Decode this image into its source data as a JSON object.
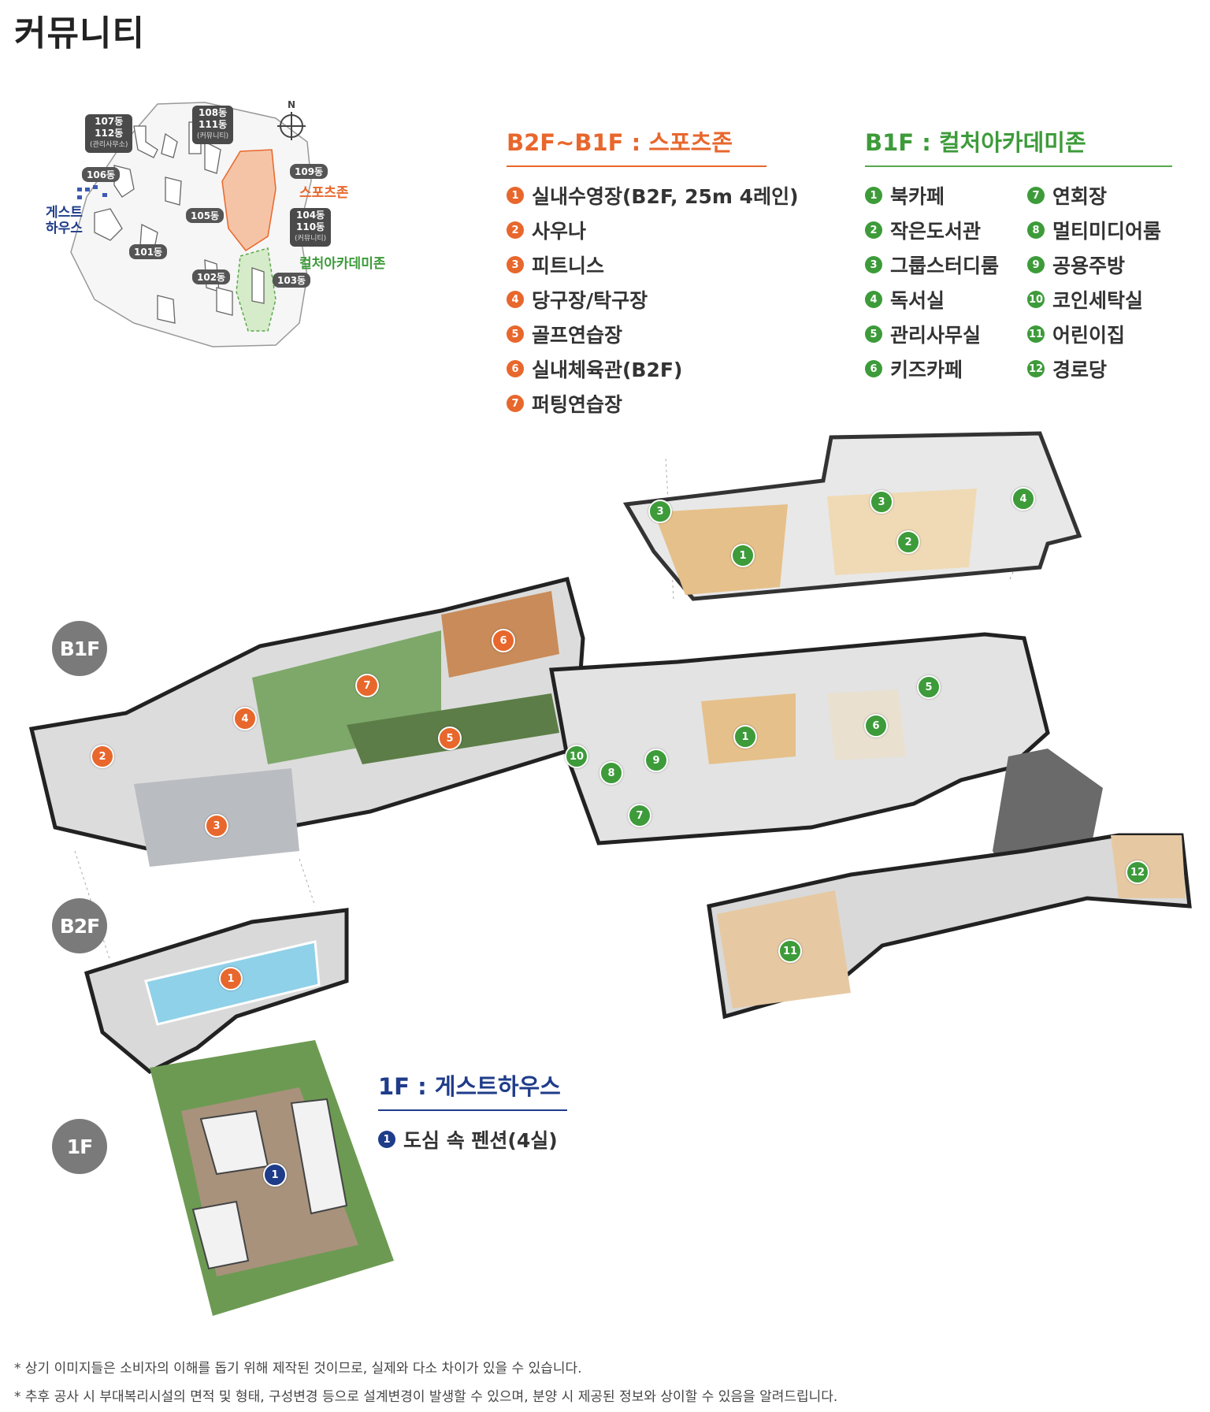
{
  "title": "커뮤니티",
  "site_map": {
    "buildings": [
      {
        "name": "107동",
        "sub": "112동",
        "note": "(관리사무소)"
      },
      {
        "name": "108동",
        "sub": "111동",
        "note": "(커뮤니티)"
      },
      {
        "name": "106동"
      },
      {
        "name": "109동"
      },
      {
        "name": "105동"
      },
      {
        "name": "104동",
        "sub": "110동",
        "note": "(커뮤니티)"
      },
      {
        "name": "101동"
      },
      {
        "name": "102동"
      },
      {
        "name": "103동"
      }
    ],
    "zone_sports": "스포츠존",
    "zone_culture": "컬처아카데미존",
    "zone_guest_line1": "게스트",
    "zone_guest_line2": "하우스",
    "north": "N"
  },
  "sports_zone": {
    "title": "B2F~B1F : 스포츠존",
    "items": [
      "실내수영장(B2F, 25m 4레인)",
      "사우나",
      "피트니스",
      "당구장/탁구장",
      "골프연습장",
      "실내체육관(B2F)",
      "퍼팅연습장"
    ]
  },
  "culture_zone": {
    "title": "B1F : 컬처아카데미존",
    "items": [
      "북카페",
      "작은도서관",
      "그룹스터디룸",
      "독서실",
      "관리사무실",
      "키즈카페",
      "연회장",
      "멀티미디어룸",
      "공용주방",
      "코인세탁실",
      "어린이집",
      "경로당"
    ]
  },
  "guest_zone": {
    "title": "1F : 게스트하우스",
    "items": [
      "도심 속 펜션(4실)"
    ]
  },
  "floors": {
    "b1f": "B1F",
    "b2f": "B2F",
    "f1": "1F"
  },
  "notes": [
    "* 상기 이미지들은 소비자의 이해를 돕기 위해 제작된 것이므로, 실제와 다소 차이가 있을 수 있습니다.",
    "* 추후 공사 시 부대복리시설의 면적 및 형태, 구성변경 등으로 설계변경이 발생할 수 있으며, 분양 시 제공된 정보와 상이할 수 있음을 알려드립니다."
  ],
  "colors": {
    "sports": "#e8672c",
    "culture": "#3d9b3a",
    "guest": "#1f3c8a",
    "badge": "#7a7a7a"
  }
}
